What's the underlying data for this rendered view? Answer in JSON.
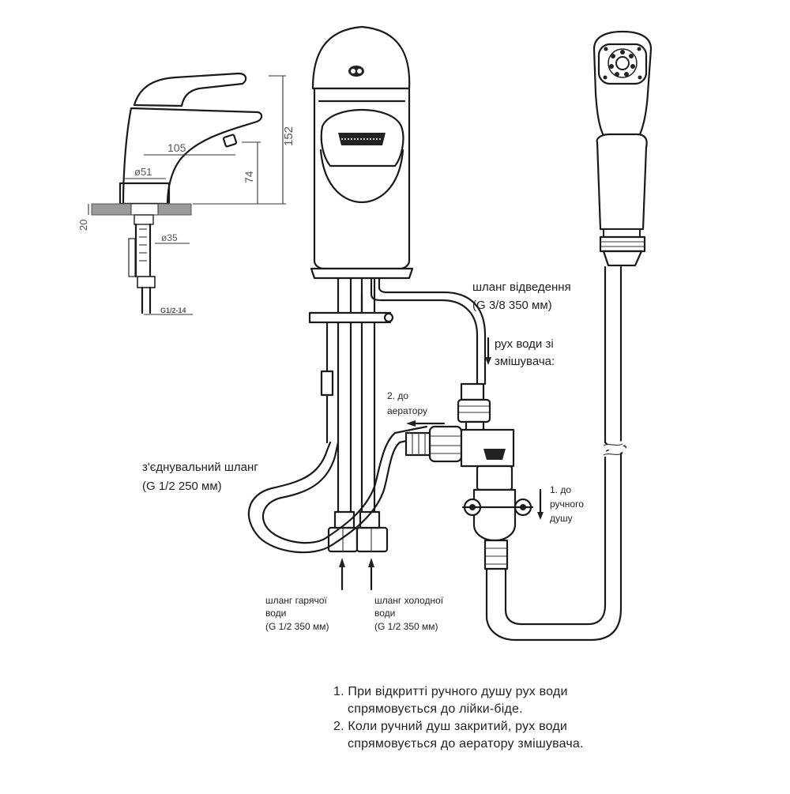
{
  "dimensions": {
    "height_total": "152",
    "reach": "105",
    "spout_height": "74",
    "diameter": "ø51",
    "mount_thickness": "20",
    "hole": "ø35",
    "thread": "G1/2-14"
  },
  "labels": {
    "outlet_hose": [
      "шланг відведення",
      "(G 3/8 350 мм)"
    ],
    "flow_from_mixer": [
      "рух води зі",
      "змішувача:"
    ],
    "to_aerator": [
      "2. до",
      "аератору"
    ],
    "connecting_hose": [
      "з'єднувальний шланг",
      "(G 1/2 250 мм)"
    ],
    "to_hand_shower": [
      "1. до",
      "ручного",
      "душу"
    ],
    "hot_hose": [
      "шланг гарячої",
      "води",
      "(G 1/2 350 мм)"
    ],
    "cold_hose": [
      "шланг холодної",
      "води",
      "(G 1/2 350 мм)"
    ]
  },
  "notes": [
    "1. При відкритті ручного душу рух води",
    "спрямовується до лійки-біде.",
    "2. Коли ручний душ закритий, рух води",
    "спрямовується до аератору змішувача."
  ]
}
